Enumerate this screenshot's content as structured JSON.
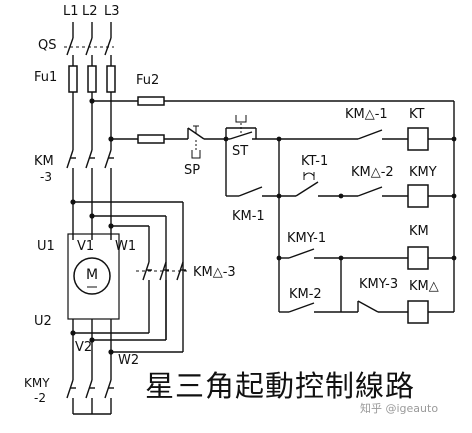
{
  "title": "星三角起動控制線路",
  "watermark": "知乎 @igeauto",
  "labels": {
    "l1": "L1",
    "l2": "L2",
    "l3": "L3",
    "qs": "QS",
    "fu1": "Fu1",
    "fu2": "Fu2",
    "km3_top": "KM",
    "km3_bot": "-3",
    "u1": "U1",
    "v1": "V1",
    "w1": "W1",
    "motor": "M",
    "u2": "U2",
    "v2": "V2",
    "w2": "W2",
    "kmy2_top": "KMY",
    "kmy2_bot": "-2",
    "kmd3": "KM△-3",
    "sp": "SP",
    "st": "ST",
    "km1": "KM-1",
    "kt1": "KT-1",
    "kmd1": "KM△-1",
    "kmd2": "KM△-2",
    "kmy1": "KMY-1",
    "km2": "KM-2",
    "kmy3": "KMY-3",
    "coil_kt": "KT",
    "coil_kmy": "KMY",
    "coil_km": "KM",
    "coil_kmd": "KM△"
  }
}
